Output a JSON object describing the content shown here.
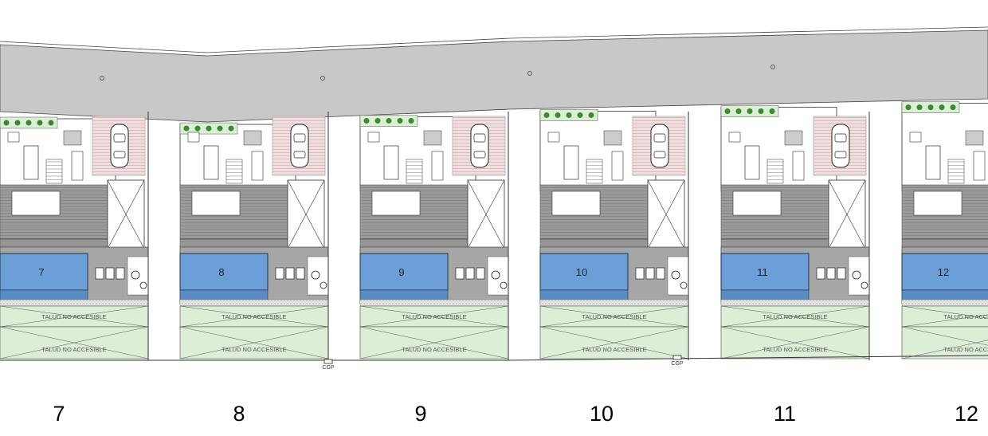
{
  "plots": [
    {
      "number": "7",
      "pool_label": "7",
      "talud_upper": "TALUD NO ACCESIBLE",
      "talud_lower": "TALUD NO ACCESIBLE"
    },
    {
      "number": "8",
      "pool_label": "8",
      "talud_upper": "TALUD NO ACCESIBLE",
      "talud_lower": "TALUD NO ACCESIBLE"
    },
    {
      "number": "9",
      "pool_label": "9",
      "talud_upper": "TALUD NO ACCESIBLE",
      "talud_lower": "TALUD NO ACCESIBLE"
    },
    {
      "number": "10",
      "pool_label": "10",
      "talud_upper": "TALUD NO ACCESIBLE",
      "talud_lower": "TALUD NO ACCESIBLE"
    },
    {
      "number": "11",
      "pool_label": "11",
      "talud_upper": "TALUD NO ACCESIBLE",
      "talud_lower": "TALUD NO ACCESIBLE"
    },
    {
      "number": "12",
      "pool_label": "12",
      "talud_upper": "TALUD NO ACCESIBLE",
      "talud_lower": "TALUD NO ACCESIBLE"
    }
  ],
  "cgp": [
    "CGP",
    "CGP"
  ],
  "colors": {
    "road": "#c8c8c8",
    "grass": "#dcefd6",
    "pool": "#6c9fd8",
    "deck": "#9a9a9a",
    "parking": "#f0dcdc",
    "shrub": "#3c8a2e"
  }
}
